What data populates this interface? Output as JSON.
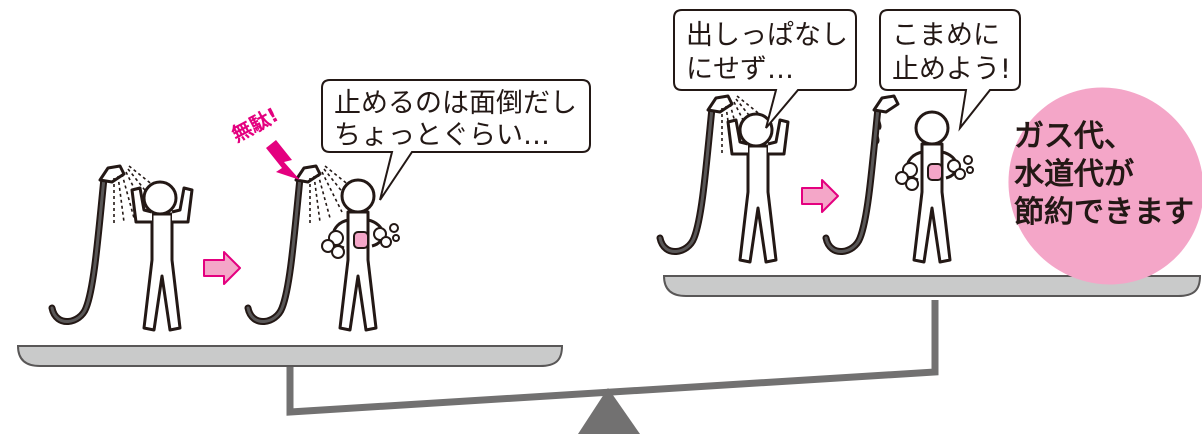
{
  "colors": {
    "tray_fill": "#c9caca",
    "tray_stroke": "#595757",
    "arrow_fill": "#f4a6c8",
    "arrow_stroke": "#e4007f",
    "accent": "#e4007f",
    "callout_fill": "#f4a6c8",
    "fulcrum": "#727171",
    "soap": "#f4a6c8"
  },
  "left_scene": {
    "exclaim": "無駄!",
    "bubble": {
      "line1": "止めるのは面倒だし",
      "line2": "ちょっとぐらい…"
    }
  },
  "right_scene": {
    "bubble_left": {
      "line1": "出しっぱなし",
      "line2": "にせず…"
    },
    "bubble_right": {
      "line1": "こまめに",
      "line2": "止めよう!"
    },
    "callout": {
      "line1": "ガス代、",
      "line2": "水道代が",
      "line3": "節約できます"
    }
  }
}
